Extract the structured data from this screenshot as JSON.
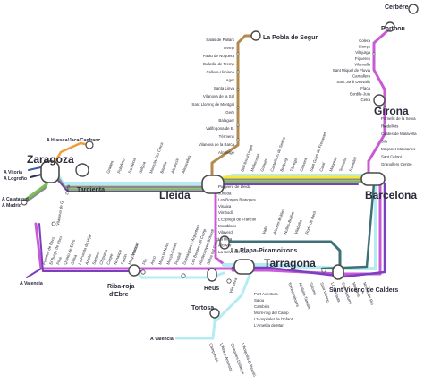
{
  "colors": {
    "magenta": "#c85ad6",
    "violet": "#7b3fbf",
    "cyan": "#b3ecf2",
    "yellow": "#f4ea33",
    "green": "#7bbf56",
    "teal": "#3f6f78",
    "grey": "#8a8a8a",
    "orange": "#f29c38",
    "brown": "#b38a4e",
    "blue": "#3a5aa8",
    "navy": "#2d2f63"
  },
  "hubs": {
    "zaragoza": "Zaragoza",
    "lleida": "Lleida",
    "barcelona": "Barcelona",
    "tarragona": "Tarragona",
    "girona": "Girona",
    "tardienta": "Tardienta",
    "riba_roja": [
      "Riba-roja",
      "d'Ebre"
    ],
    "reus": "Reus",
    "tortosa": "Tortosa",
    "la_plana": "La Plana-Picamoixons",
    "sant_vicenc": "Sant Vicenç de Calders",
    "portbou": "Portbou",
    "cerbere": "Cerbère",
    "la_pobla": "La Pobla de Segur"
  },
  "destinations": {
    "huesca": "A Huesca/Jaca/Canfranc",
    "vitoria": "A Vitoria",
    "logrono": "A Logroño",
    "calatayud": "A Calatayud",
    "madrid": "A Madrid",
    "valencia": "A Valencia",
    "valencia2": "A Valencia"
  },
  "stations": {
    "pobla_branch": [
      "Salàs de Pallars",
      "Tremp",
      "Palau de Noguera",
      "Guàrdia de Tremp",
      "Cellers-Llimiana",
      "Ager",
      "Santa Linya",
      "Vilanova de la Sal",
      "Sant Llorenç de Montgai",
      "Gerb",
      "Balaguer",
      "Vallfogona de B.",
      "Térmens",
      "Vilanova de la Barca",
      "Alcoletge"
    ],
    "girona_north": [
      "Colera",
      "Llançà",
      "Vilajuïga",
      "Figueres",
      "Vilamalla",
      "Sant Miquel de Fluvià",
      "Camallera",
      "Sant Jordi Desvalls",
      "Flaçà",
      "Bordils-Juià",
      "Celrà"
    ],
    "girona_south": [
      "Fornells de la Selva",
      "Riudellots",
      "Caldes de Malavella",
      "Sils",
      "Maçanet-Massanes",
      "Sant Celoni",
      "Granollers Centre"
    ],
    "zaragoza_lleida": [
      "Grañén",
      "Poleñino",
      "Sariñena",
      "Selgua",
      "Monzón-Río Cinca",
      "Binéfar",
      "Altorricón",
      "Almacelles"
    ],
    "lleida_bcn": [
      "Bell-lloc d'Urgell",
      "Mollerussa",
      "Golmés",
      "Castellnou de Seana",
      "Bellpuig",
      "Tàrrega",
      "Cervera",
      "Sant Guim de Freixenet",
      "Calaf",
      "Manresa",
      "Terrassa",
      "Sabadell"
    ],
    "lleida_south": [
      "Puigverd de Lleida",
      "Juneda",
      "Les Borges Blanques",
      "Vinaixa",
      "Vimbodí",
      "L'Espluga de Francolí",
      "Montblanc",
      "Vilaverd",
      "La Riba",
      "Alcover",
      "La Selva del Camp"
    ],
    "plana_branch": [
      "Valls",
      "Alcover-Bràfim",
      "Nulles-Bràfim",
      "Vilabella",
      "Roda de Berà"
    ],
    "zaragoza_caspe": [
      "Fuentes de Ebro",
      "El Burgo de Ebro",
      "Pina",
      "Quinto de Ebro",
      "Gelsa",
      "La Puebla de Híjar",
      "Azaila",
      "Samper",
      "Chiprana",
      "Caspe",
      "Nonaspe",
      "Fayón",
      "Mequinenza"
    ],
    "riba_reus": [
      "Flix",
      "Ascó",
      "Móra la Nova",
      "Marçà-Falset",
      "Pradell",
      "Duesaigües-L'Argentera",
      "Les Borges del Camp",
      "Riudecanyes-Botarell",
      "Selva del Camp"
    ],
    "coast": [
      "Torredembarra",
      "Altafulla-Tamarit",
      "Salomó",
      "Sant Vicenç",
      "La Granada",
      "Sant Sadurní",
      "Martorell",
      "Molins de Rei"
    ],
    "tarragona_south": [
      "Port Aventura",
      "Salou",
      "Cambrils",
      "Mont-roig del Camp",
      "L'Hospitalet de l'Infant",
      "L'Ametlla de Mar"
    ],
    "tortosa_south": [
      "Camp-redó",
      "L'Aldea-Amposta",
      "Camarles-Deltebre",
      "L'Ampolla-El Perelló"
    ],
    "extra": [
      "Vila-seca",
      "Vilanova de G.",
      "Zuera",
      "Valmuel",
      "Nova Ribera de Mascarell",
      "Ribarroja"
    ]
  }
}
